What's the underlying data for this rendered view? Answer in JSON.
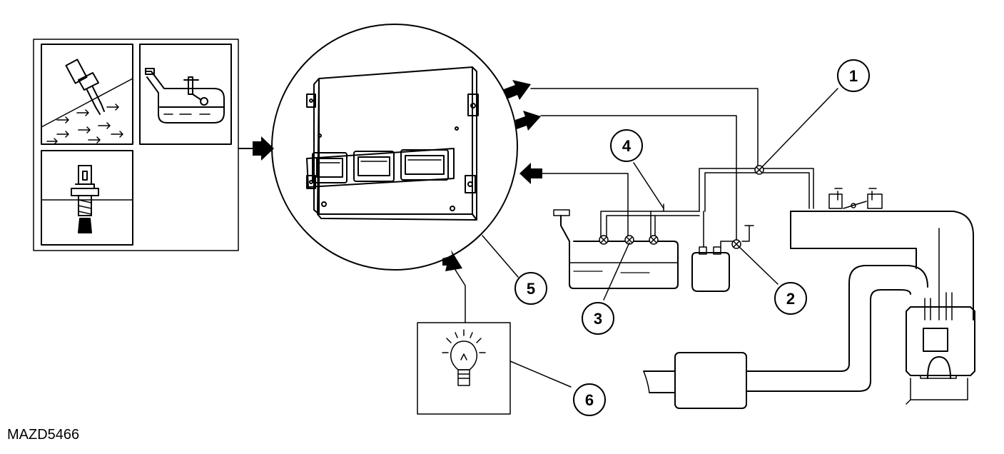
{
  "figure_code": "MAZD5466",
  "callouts": [
    {
      "id": "callout-1",
      "label": "1"
    },
    {
      "id": "callout-2",
      "label": "2"
    },
    {
      "id": "callout-3",
      "label": "3"
    },
    {
      "id": "callout-4",
      "label": "4"
    },
    {
      "id": "callout-5",
      "label": "5"
    },
    {
      "id": "callout-6",
      "label": "6"
    }
  ],
  "colors": {
    "stroke": "#000000",
    "background": "#ffffff"
  }
}
